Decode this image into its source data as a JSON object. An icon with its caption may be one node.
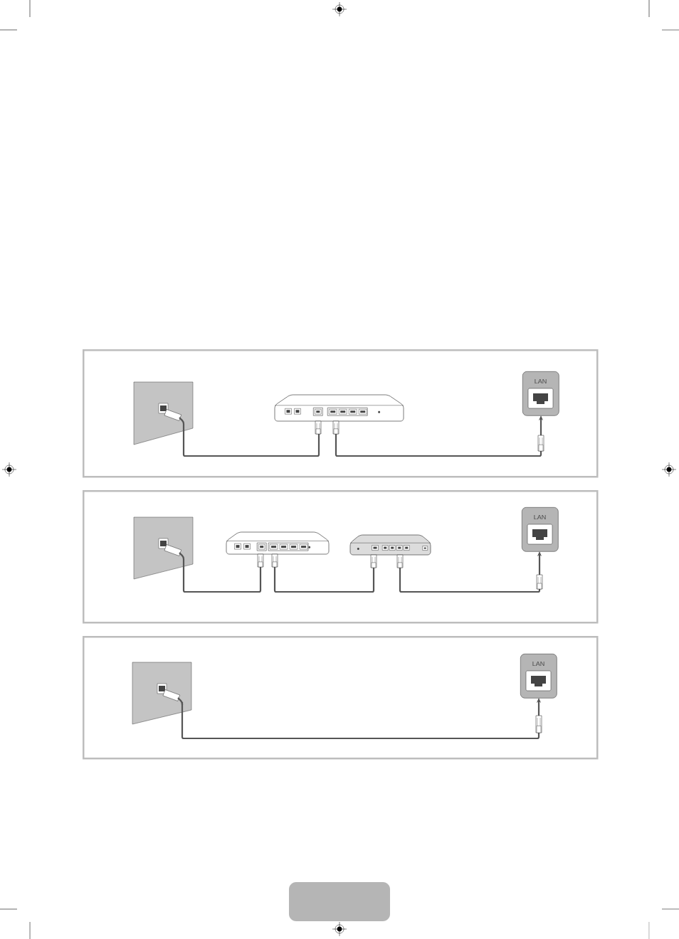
{
  "diagram": {
    "nodes": [
      {
        "text": [],
        "shape": "box"
      },
      {
        "text": [],
        "shape": "picture",
        "in": 0
      },
      {
        "text": [],
        "shape": "picture",
        "in": 0
      },
      {
        "text": [
          "LAN"
        ],
        "in": 0
      },
      {
        "text": [],
        "shape": "box"
      },
      {
        "text": [],
        "shape": "picture",
        "in": 4
      },
      {
        "text": [],
        "shape": "picture",
        "in": 4
      },
      {
        "text": [],
        "shape": "picture",
        "in": 4
      },
      {
        "text": [
          "LAN"
        ],
        "in": 4
      },
      {
        "text": [],
        "shape": "box"
      },
      {
        "text": [],
        "shape": "picture",
        "in": 9
      },
      {
        "text": [
          "LAN"
        ],
        "in": 9
      }
    ],
    "edges": [
      {
        "from": 1,
        "to": 2,
        "arrow": "none"
      },
      {
        "from": 2,
        "to": 3,
        "arrow": "to"
      },
      {
        "from": 5,
        "to": 6,
        "arrow": "none"
      },
      {
        "from": 6,
        "to": 7,
        "arrow": "none"
      },
      {
        "from": 7,
        "to": 8,
        "arrow": "to"
      },
      {
        "from": 10,
        "to": 11,
        "arrow": "to"
      }
    ]
  }
}
